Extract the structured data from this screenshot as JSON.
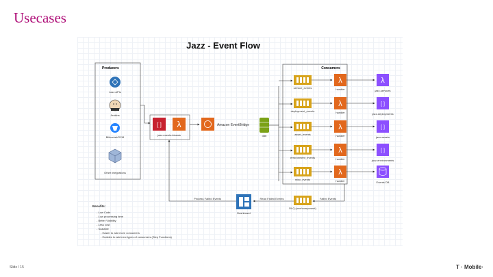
{
  "slide": {
    "title": "Usecases",
    "footer": "Slide / 15",
    "brand": "T · Mobile·"
  },
  "diagram": {
    "title": "Jazz - Event Flow",
    "producers": {
      "heading": "Producers",
      "items": [
        "Jazz APIs",
        "Jenkins",
        "Bitbucket/SCM",
        "Other integrations"
      ]
    },
    "router_label": "jazz-events-kinesis",
    "eventbridge_label": "Amazon EventBridge",
    "queue_db_label": "ddb",
    "consumers": {
      "heading": "Consumers",
      "queues": [
        "service_events",
        "deployment_events",
        "asset_events",
        "environment_events",
        "misc_events"
      ],
      "handlers": [
        "handler",
        "handler",
        "handler",
        "handler",
        "handler"
      ],
      "targets": [
        "jazz-services",
        "jazz-deployments",
        "jazz-assets",
        "jazz-environments",
        "Events DB"
      ]
    },
    "dashboard_label": "Dashboard",
    "dlq_label": "DLQ (one/component)",
    "arrows": {
      "read_failed": "Read Failed Events",
      "failed": "Failed Events",
      "process": "Process Failed Events"
    },
    "benefits": {
      "heading": "Benefits:",
      "items": [
        "- Low Code",
        "- Low processing time",
        "- Better Visibility",
        "- Less cost",
        "- Scalable",
        "  - Easier to add more consumers",
        "  - Enables to add new types of consumers (Step Functions)"
      ]
    }
  },
  "colors": {
    "title": "#b0127a",
    "lambda": "#e2681d",
    "sqs": "#d7a31b",
    "eventbridge": "#e2681d",
    "store": "#7aa116",
    "target": "#8c4fff",
    "dashboard": "#2e73b8",
    "kinesis": "#c7222f"
  }
}
